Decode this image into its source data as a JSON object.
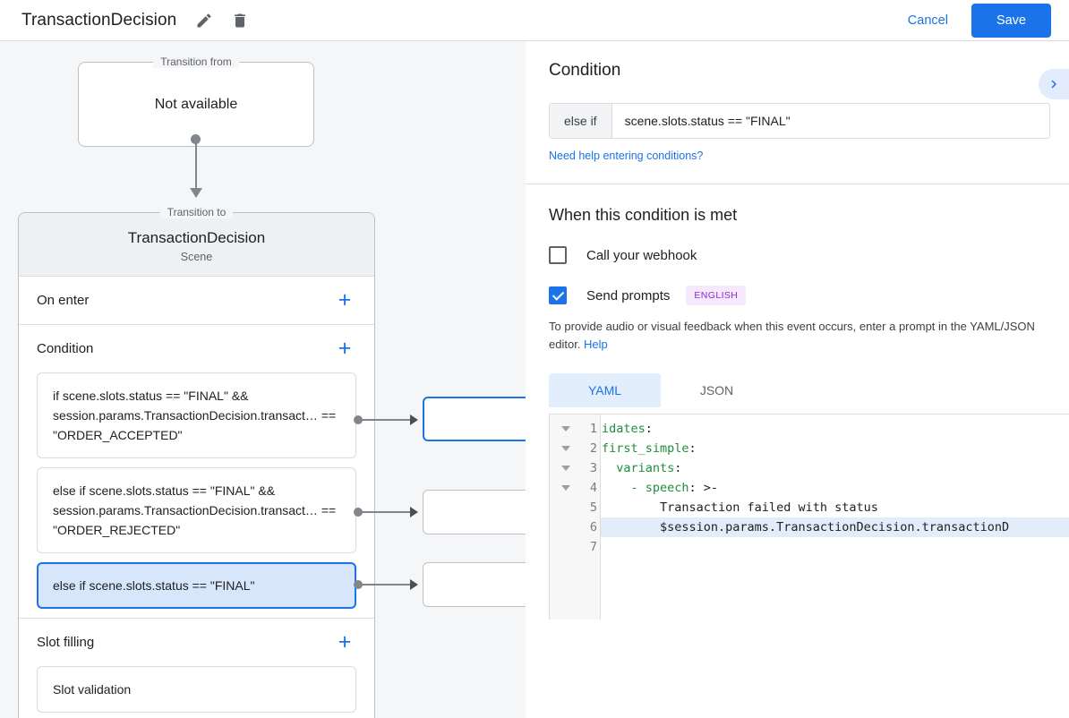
{
  "topbar": {
    "title": "TransactionDecision",
    "edit_icon": "pencil-icon",
    "delete_icon": "trash-icon",
    "cancel_label": "Cancel",
    "save_label": "Save",
    "accent_color": "#1a73e8"
  },
  "canvas": {
    "transition_from": {
      "legend": "Transition from",
      "body": "Not available"
    },
    "transition_to": {
      "legend": "Transition to",
      "scene_name": "TransactionDecision",
      "scene_type": "Scene"
    },
    "sections": [
      {
        "title": "On enter",
        "add_icon": "plus-icon"
      },
      {
        "title": "Condition",
        "add_icon": "plus-icon"
      },
      {
        "title": "Slot filling",
        "add_icon": "plus-icon"
      }
    ],
    "conditions": [
      {
        "text": "if scene.slots.status == \"FINAL\" && session.params.TransactionDecision.transact… == \"ORDER_ACCEPTED\"",
        "selected": false
      },
      {
        "text": "else if scene.slots.status == \"FINAL\" && session.params.TransactionDecision.transact… == \"ORDER_REJECTED\"",
        "selected": false
      },
      {
        "text": "else if scene.slots.status == \"FINAL\"",
        "selected": true
      }
    ],
    "slot_filling_items": [
      {
        "text": "Slot validation"
      }
    ]
  },
  "panel": {
    "title": "Condition",
    "expand_icon": "chevron-right-icon",
    "condition": {
      "prefix": "else if",
      "value": "scene.slots.status == \"FINAL\"",
      "help_link": "Need help entering conditions?"
    },
    "when_title": "When this condition is met",
    "webhook": {
      "label": "Call your webhook",
      "checked": false
    },
    "prompts": {
      "label": "Send prompts",
      "checked": true,
      "language_badge": "ENGLISH",
      "badge_bg": "#f6e9fd",
      "badge_fg": "#8430ce",
      "description": "To provide audio or visual feedback when this event occurs, enter a prompt in the YAML/JSON editor.",
      "help_label": "Help"
    },
    "editor_tabs": [
      {
        "label": "YAML",
        "active": true
      },
      {
        "label": "JSON",
        "active": false
      }
    ],
    "code": {
      "language": "yaml",
      "lines": [
        {
          "num": "1",
          "foldable": true,
          "highlight": false,
          "indent": 0,
          "key": "idates",
          "rest": ":"
        },
        {
          "num": "2",
          "foldable": true,
          "highlight": false,
          "indent": 0,
          "key": "first_simple",
          "rest": ":"
        },
        {
          "num": "3",
          "foldable": true,
          "highlight": false,
          "indent": 1,
          "key": "variants",
          "rest": ":"
        },
        {
          "num": "4",
          "foldable": true,
          "highlight": false,
          "indent": 2,
          "key": "- speech",
          "rest": ": >-"
        },
        {
          "num": "5",
          "foldable": false,
          "highlight": false,
          "indent": 4,
          "key": "",
          "rest": "Transaction failed with status"
        },
        {
          "num": "6",
          "foldable": false,
          "highlight": true,
          "indent": 4,
          "key": "",
          "rest": "$session.params.TransactionDecision.transactionD"
        },
        {
          "num": "7",
          "foldable": false,
          "highlight": false,
          "indent": 0,
          "key": "",
          "rest": ""
        }
      ]
    }
  }
}
